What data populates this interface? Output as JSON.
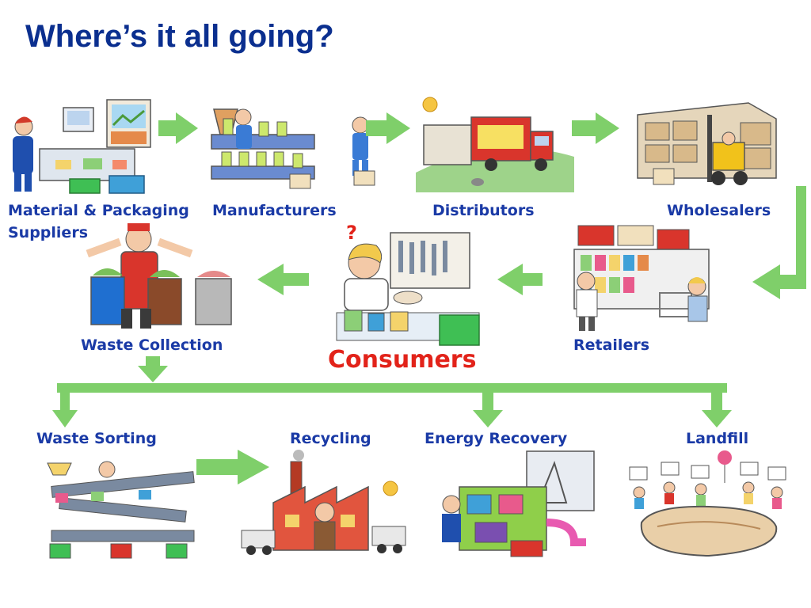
{
  "title": "Where’s it all going?",
  "colors": {
    "title": "#0b2f8f",
    "label": "#1a3aa6",
    "consumers": "#e2231a",
    "arrow": "#7fcf6a"
  },
  "stages": {
    "material": "Material & Packaging",
    "material_line2": "Suppliers",
    "manufacturers": "Manufacturers",
    "distributors": "Distributors",
    "wholesalers": "Wholesalers",
    "retailers": "Retailers",
    "consumers": "Consumers",
    "waste_collection": "Waste Collection",
    "waste_sorting": "Waste Sorting",
    "recycling": "Recycling",
    "energy_recovery": "Energy Recovery",
    "landfill": "Landfill"
  },
  "icons": {
    "suppliers": "supplier-worker-illustration",
    "manufacturers": "factory-line-illustration",
    "distributors": "delivery-truck-illustration",
    "wholesalers": "warehouse-forklift-illustration",
    "retailers": "shop-shelves-illustration",
    "consumers": "shopper-thinking-illustration",
    "waste_collection": "bins-collector-illustration",
    "waste_sorting": "sorting-conveyor-illustration",
    "recycling": "recycling-factory-illustration",
    "energy_recovery": "energy-plant-illustration",
    "landfill": "landfill-pit-illustration"
  }
}
